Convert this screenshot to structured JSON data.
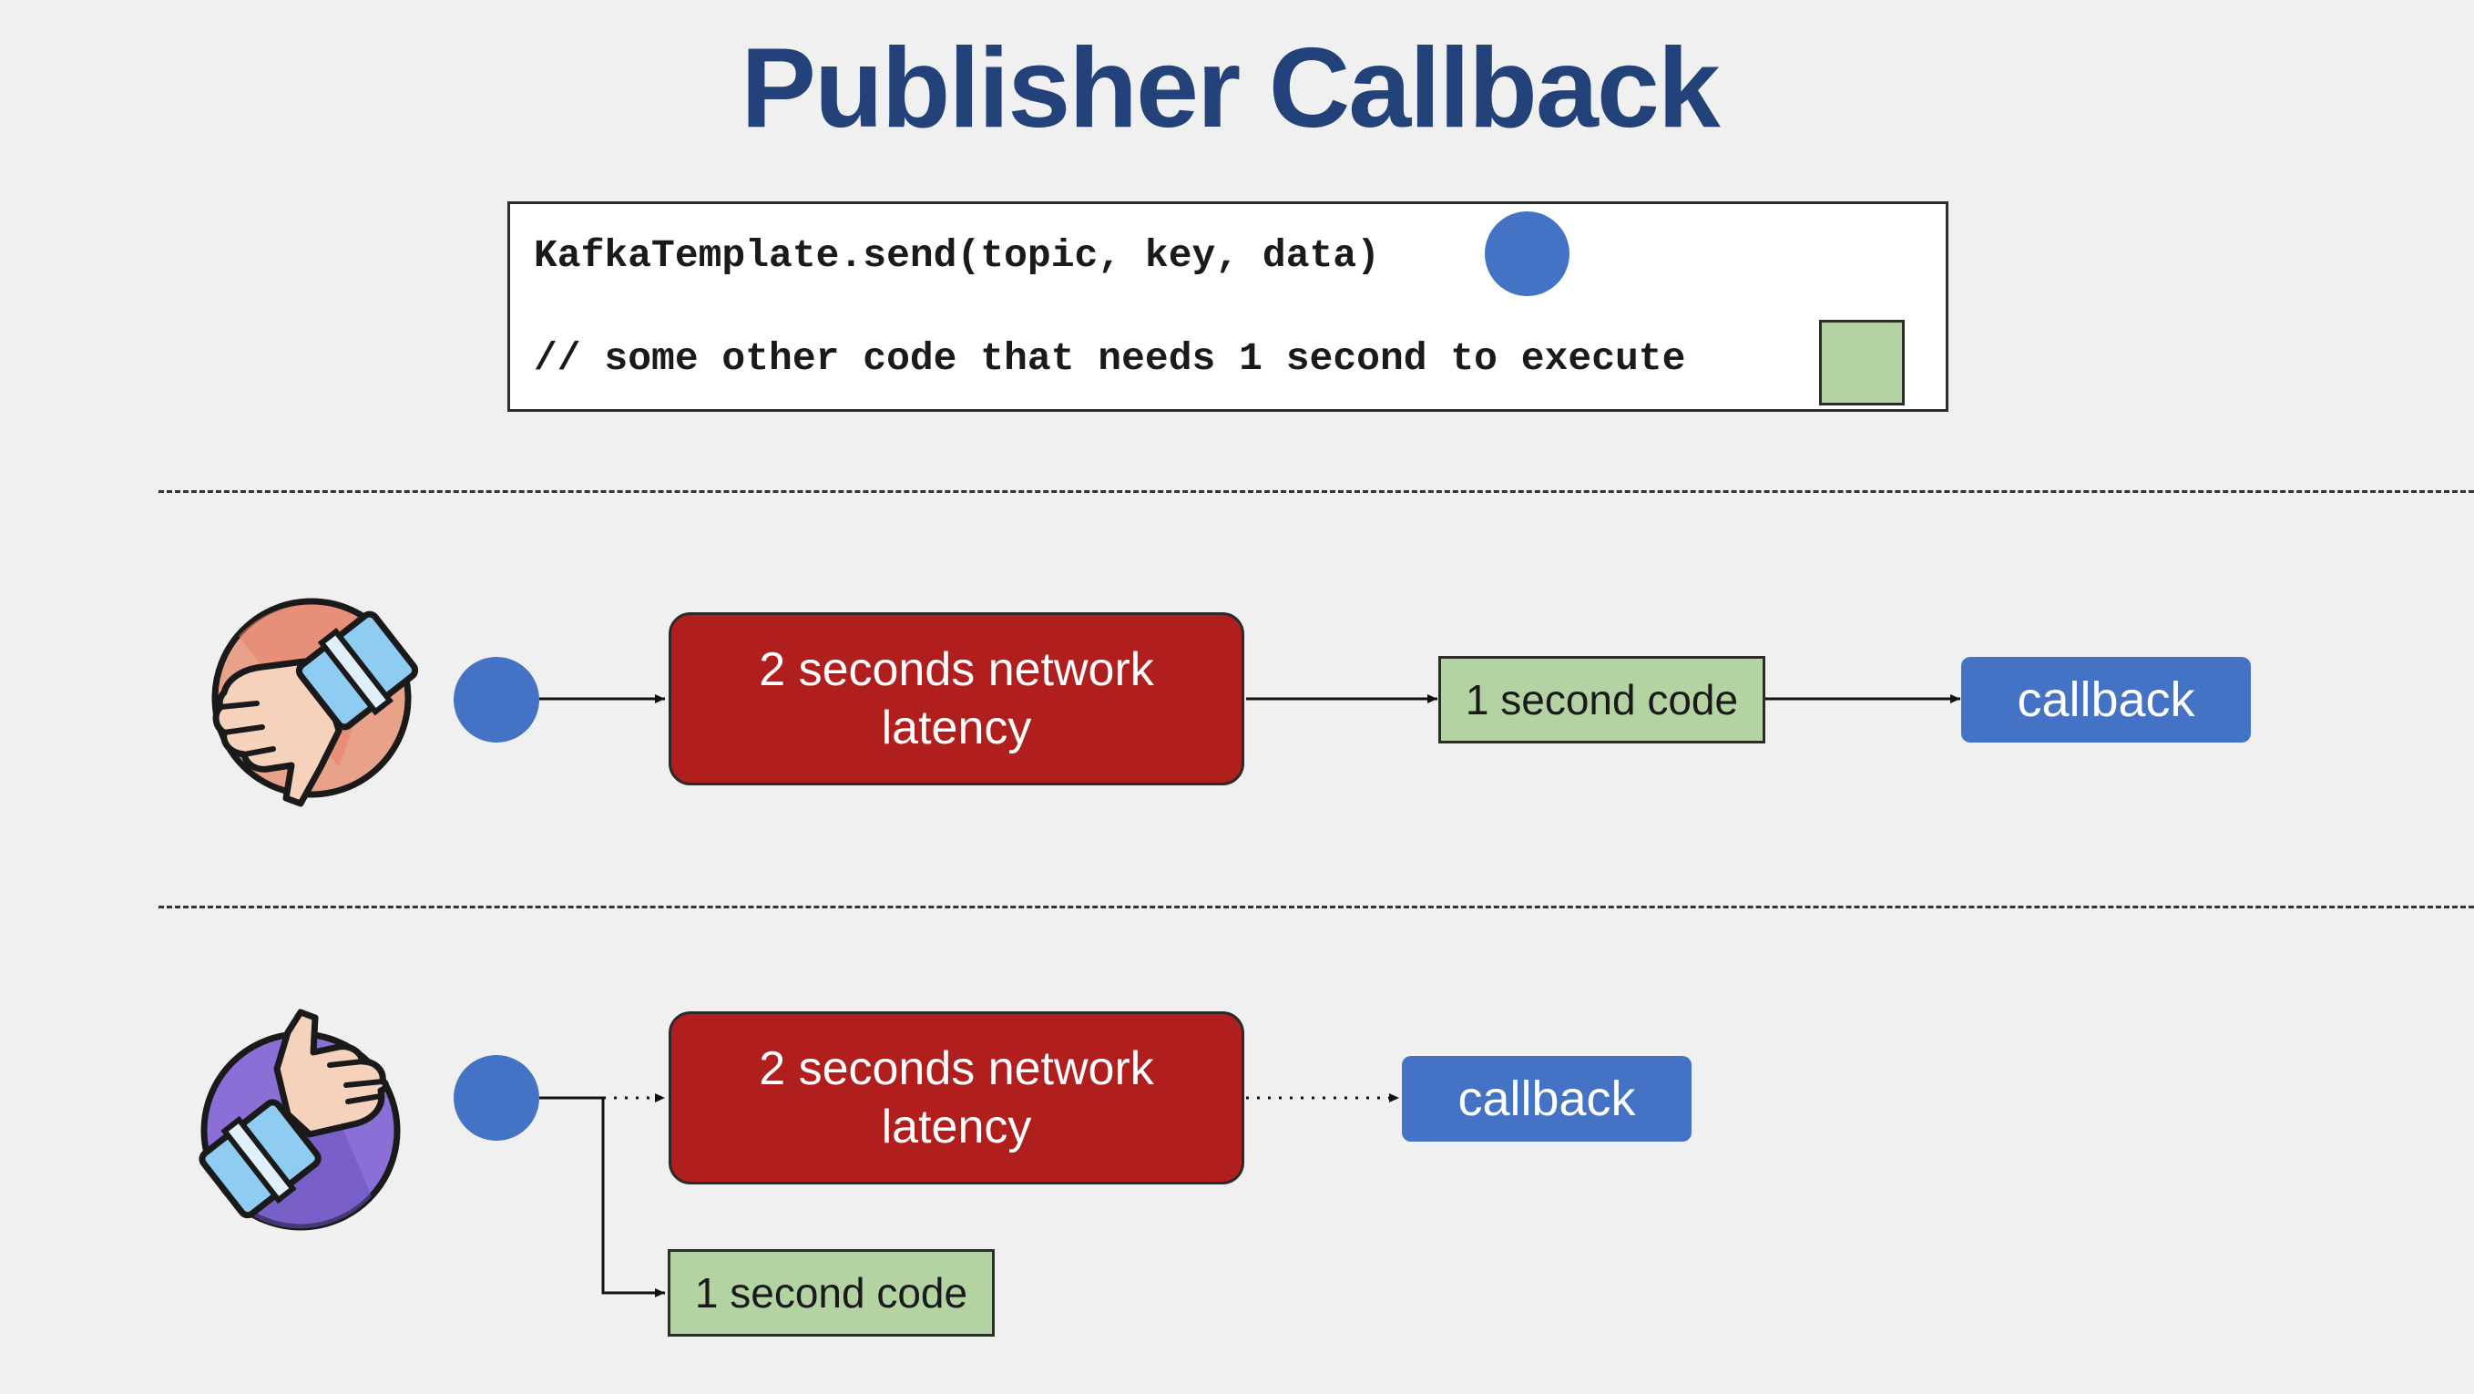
{
  "title": "Publisher Callback",
  "code": {
    "line1": "KafkaTemplate.send(topic, key, data)",
    "line2": "// some other code that needs 1 second to execute"
  },
  "scenario_bad": {
    "icon": "thumbs-down-watch-icon",
    "latency_label": "2 seconds network latency",
    "code_label": "1 second code",
    "callback_label": "callback"
  },
  "scenario_good": {
    "icon": "thumbs-up-watch-icon",
    "latency_label": "2 seconds network latency",
    "code_label": "1 second code",
    "callback_label": "callback"
  },
  "colors": {
    "title": "#23427a",
    "send_dot": "#4472c4",
    "latency": "#b01e1e",
    "code_block": "#b3d3a2",
    "callback": "#4472c4"
  }
}
